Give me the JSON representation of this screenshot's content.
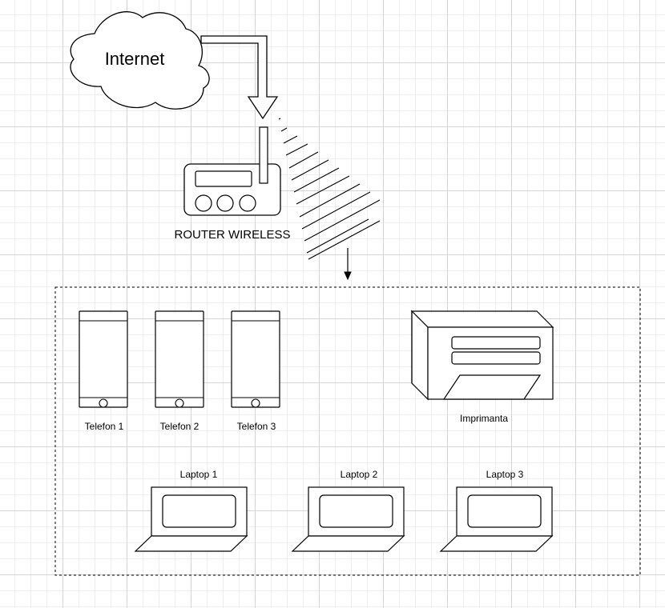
{
  "diagram": {
    "cloud": {
      "label": "Internet",
      "icon": "cloud-icon"
    },
    "router": {
      "label": "ROUTER WIRELESS",
      "icon": "wireless-router-icon"
    },
    "phones": [
      {
        "label": "Telefon 1",
        "icon": "smartphone-icon"
      },
      {
        "label": "Telefon 2",
        "icon": "smartphone-icon"
      },
      {
        "label": "Telefon 3",
        "icon": "smartphone-icon"
      }
    ],
    "printer": {
      "label": "Imprimanta",
      "icon": "printer-icon"
    },
    "laptops": [
      {
        "label": "Laptop 1",
        "icon": "laptop-icon"
      },
      {
        "label": "Laptop 2",
        "icon": "laptop-icon"
      },
      {
        "label": "Laptop 3",
        "icon": "laptop-icon"
      }
    ],
    "connectors": [
      {
        "from": "Internet",
        "to": "ROUTER WIRELESS",
        "style": "block-arrow"
      },
      {
        "from": "ROUTER WIRELESS",
        "to": "network-group",
        "style": "wireless-signal-arrow"
      }
    ],
    "colors": {
      "stroke": "#000000",
      "fill": "#ffffff",
      "grid": "#d4d4d4"
    }
  }
}
